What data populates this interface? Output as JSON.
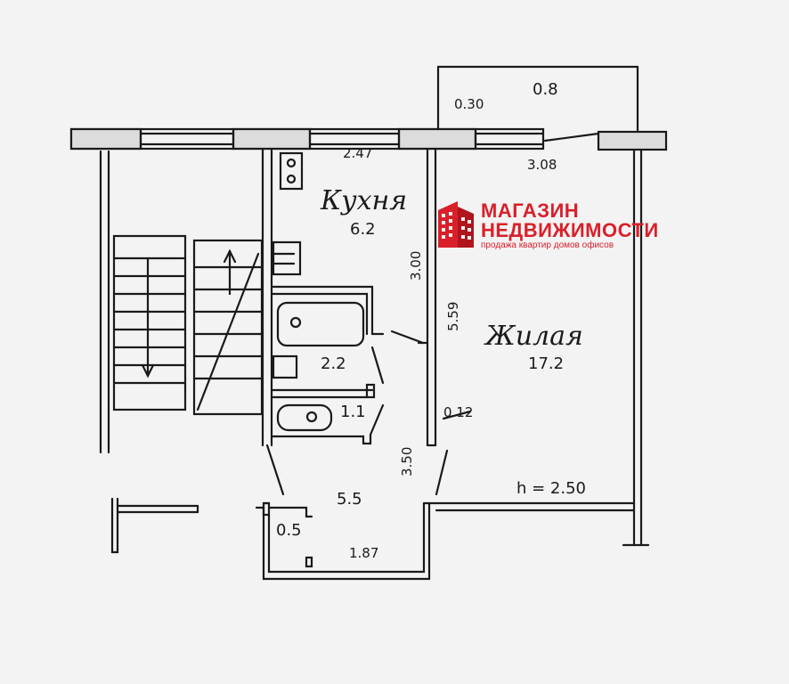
{
  "rooms": {
    "kitchen": {
      "name": "Кухня",
      "area": "6.2"
    },
    "living": {
      "name": "Жилая",
      "area": "17.2"
    },
    "bathroom": {
      "area": "2.2"
    },
    "toilet": {
      "area": "1.1"
    },
    "hall": {
      "area": "5.5"
    },
    "closet": {
      "area": "0.5"
    },
    "balcony": {
      "area": "0.8"
    }
  },
  "dimensions": {
    "kitchen_width": "2.47",
    "balcony_wall": "0.30",
    "living_top": "3.08",
    "kitchen_depth": "3.00",
    "living_depth": "5.59",
    "partition": "0.12",
    "hall_depth": "3.50",
    "hall_width": "1.87"
  },
  "ceiling_height": "h = 2.50",
  "logo": {
    "line1": "МАГАЗИН",
    "line2": "НЕДВИЖИМОСТИ",
    "tagline": "продажа квартир домов офисов",
    "color": "#d9202a",
    "icon": "building-icon"
  },
  "colors": {
    "ink": "#1a1a1a",
    "paper": "#f3f3f3"
  }
}
